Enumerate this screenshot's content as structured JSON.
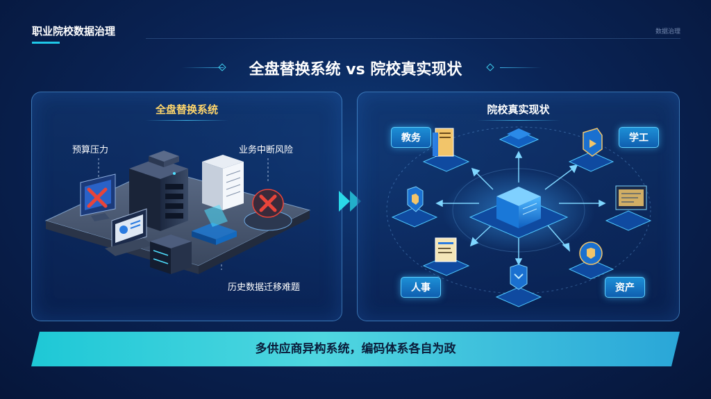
{
  "header": {
    "brand": "职业院校数据治理",
    "watermark": "数据治理",
    "main_title": "全盘替换系统 vs 院校真实现状"
  },
  "left_panel": {
    "title": "全盘替换系统",
    "labels": {
      "budget": "预算压力",
      "interruption": "业务中断风险",
      "migration": "历史数据迁移难题"
    }
  },
  "right_panel": {
    "title": "院校真实现状",
    "tags": {
      "academic": "教务",
      "student": "学工",
      "hr": "人事",
      "assets": "资产"
    }
  },
  "banner": {
    "text": "多供应商异构系统，编码体系各自为政"
  },
  "colors": {
    "accent_cyan": "#1fc8e8",
    "title_gold": "#ffd66b",
    "alert_red": "#e8443a"
  }
}
